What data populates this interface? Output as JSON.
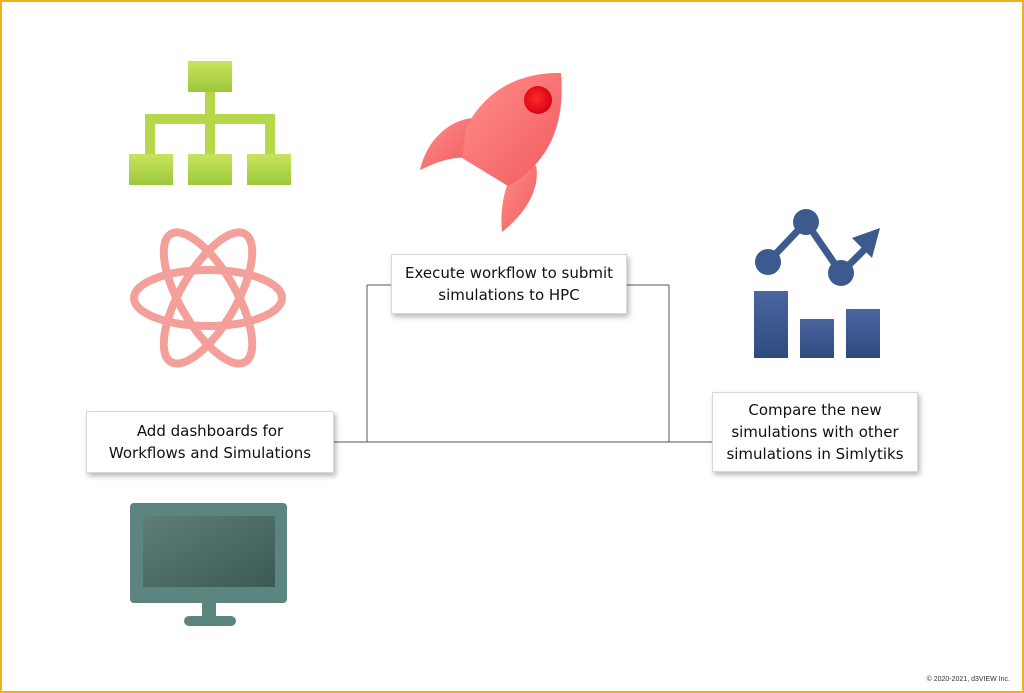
{
  "steps": {
    "dashboards": {
      "line1": "Add dashboards for",
      "line2": "Workflows and Simulations"
    },
    "execute": {
      "line1": "Execute workflow to submit",
      "line2": "simulations to HPC"
    },
    "compare": {
      "line1": "Compare the new",
      "line2": "simulations with other",
      "line3": "simulations in Simlytiks"
    }
  },
  "icons": {
    "workflow": "hierarchy-icon",
    "atom": "atom-icon",
    "monitor": "monitor-icon",
    "rocket": "rocket-icon",
    "analytics": "chart-trend-icon"
  },
  "colors": {
    "frame": "#f0b31f",
    "hierarchy": "#b5d84a",
    "atom": "#f4a09a",
    "monitor": "#5d8580",
    "rocket": "#f26d6d",
    "analytics": "#3d5a8f"
  },
  "footer": {
    "copyright": "© 2020-2021, d3VIEW Inc."
  }
}
